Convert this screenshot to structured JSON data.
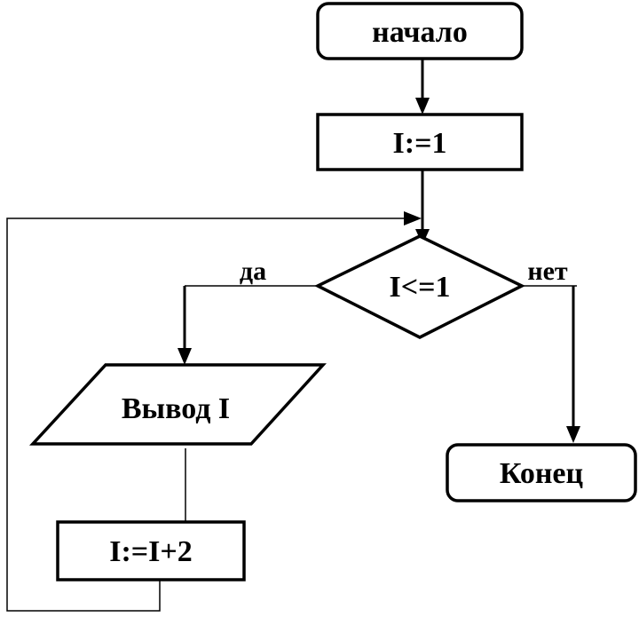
{
  "flowchart": {
    "nodes": {
      "start": {
        "label": "начало",
        "shape": "terminator"
      },
      "init": {
        "label": "I:=1",
        "shape": "process"
      },
      "condition": {
        "label": "I<=1",
        "shape": "decision"
      },
      "output": {
        "label": "Вывод I",
        "shape": "input-output"
      },
      "increment": {
        "label": "I:=I+2",
        "shape": "process"
      },
      "end": {
        "label": "Конец",
        "shape": "terminator"
      }
    },
    "edges": {
      "yes_label": "да",
      "no_label": "нет"
    },
    "colors": {
      "stroke": "#000000",
      "fill": "#ffffff",
      "text": "#000000"
    }
  }
}
